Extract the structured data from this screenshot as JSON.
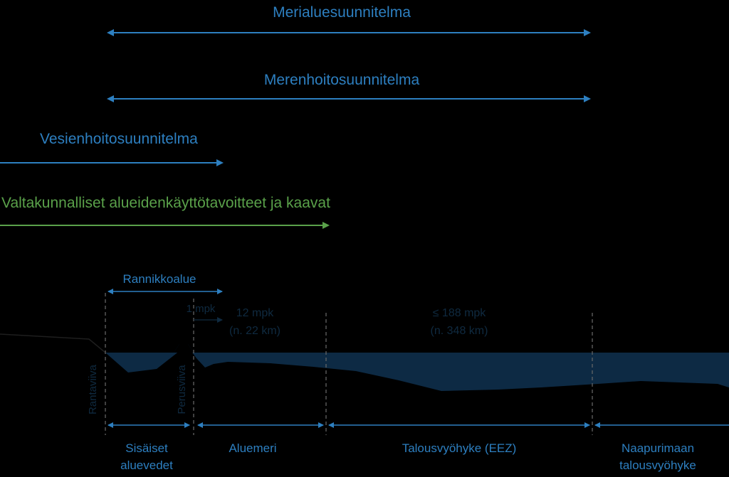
{
  "plans": {
    "marine_spatial_plan": "Merialuesuunnitelma",
    "marine_strategy": "Merenhoitosuunnitelma",
    "water_management": "Vesienhoitosuunnitelma",
    "land_use_goals": "Valtakunnalliset alueidenkäyttötavoitteet ja kaavat"
  },
  "coast": {
    "coastal_zone": "Rannikkoalue",
    "one_nm": "1 mpk",
    "territorial_nm": "12 mpk",
    "territorial_km": "(n. 22 km)",
    "eez_nm": "≤ 188 mpk",
    "eez_km": "(n. 348 km)",
    "shoreline": "Rantaviiva",
    "baseline": "Perusviiva"
  },
  "zones": {
    "internal_1": "Sisäiset",
    "internal_2": "aluevedet",
    "territorial_sea": "Aluemeri",
    "eez": "Talousvyöhyke (EEZ)",
    "neighbour_1": "Naapurimaan",
    "neighbour_2": "talousvyöhyke"
  },
  "colors": {
    "background": "#000000",
    "blue": "#2d7fc0",
    "green": "#5aa14a",
    "sea": "#0d2a44",
    "dark_label": "#0f2a40"
  }
}
